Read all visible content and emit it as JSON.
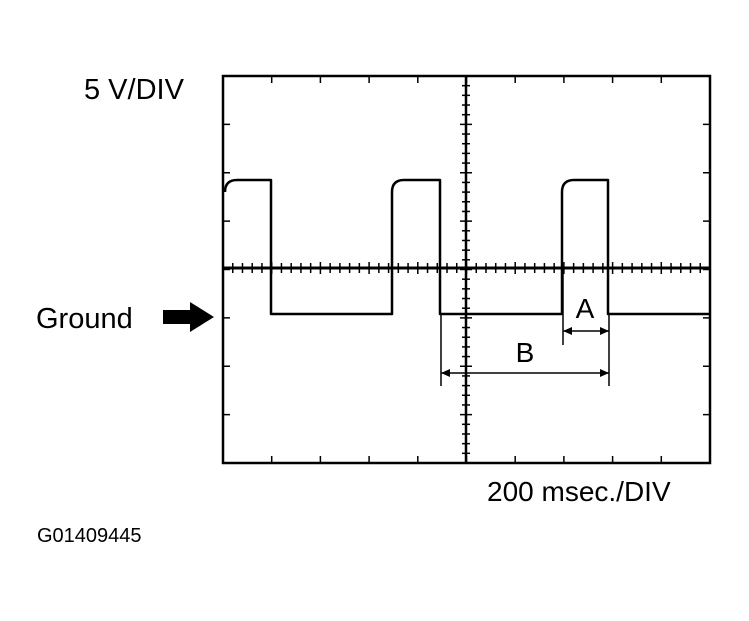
{
  "labels": {
    "vertical_scale": "5 V/DIV",
    "ground": "Ground",
    "time_scale": "200 msec./DIV",
    "figure_id": "G01409445"
  },
  "markers": {
    "a": "A",
    "b": "B"
  },
  "icons": {
    "ground_pointer": "arrow-right-icon"
  }
}
